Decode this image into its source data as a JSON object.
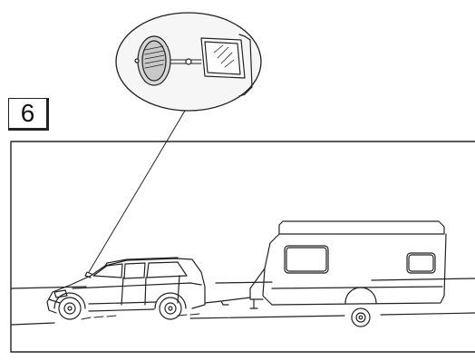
{
  "step": {
    "number": "6"
  },
  "illustration": {
    "subject": "car-towing-caravan-with-extension-mirror",
    "detail_callout": "extension-mirror-closeup"
  },
  "colors": {
    "line": "#222222",
    "fill": "#ffffff",
    "callout_bg": "#f4f4f4"
  }
}
